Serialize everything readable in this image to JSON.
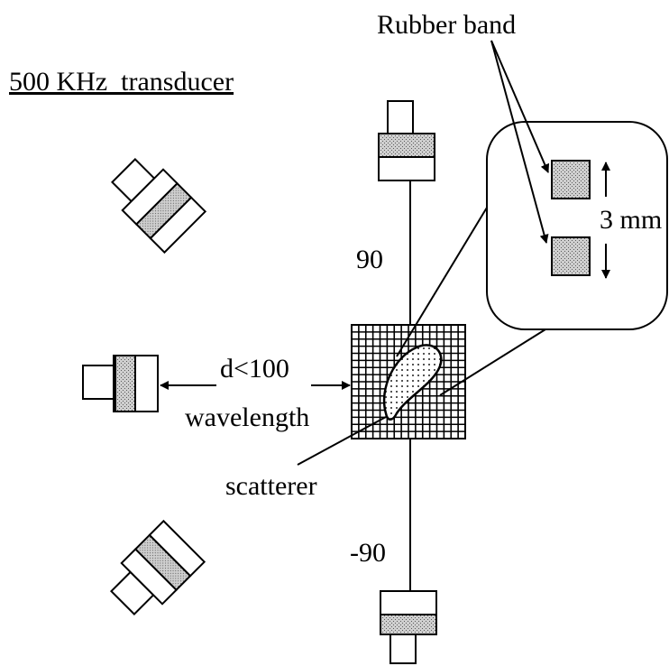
{
  "labels": {
    "title": "500 KHz  transducer",
    "rubber_band": "Rubber band",
    "spacing": "3 mm",
    "angle_top": "90",
    "angle_bottom": "-90",
    "distance": "d<100",
    "distance_unit": "wavelength",
    "scatterer": "scatterer"
  }
}
